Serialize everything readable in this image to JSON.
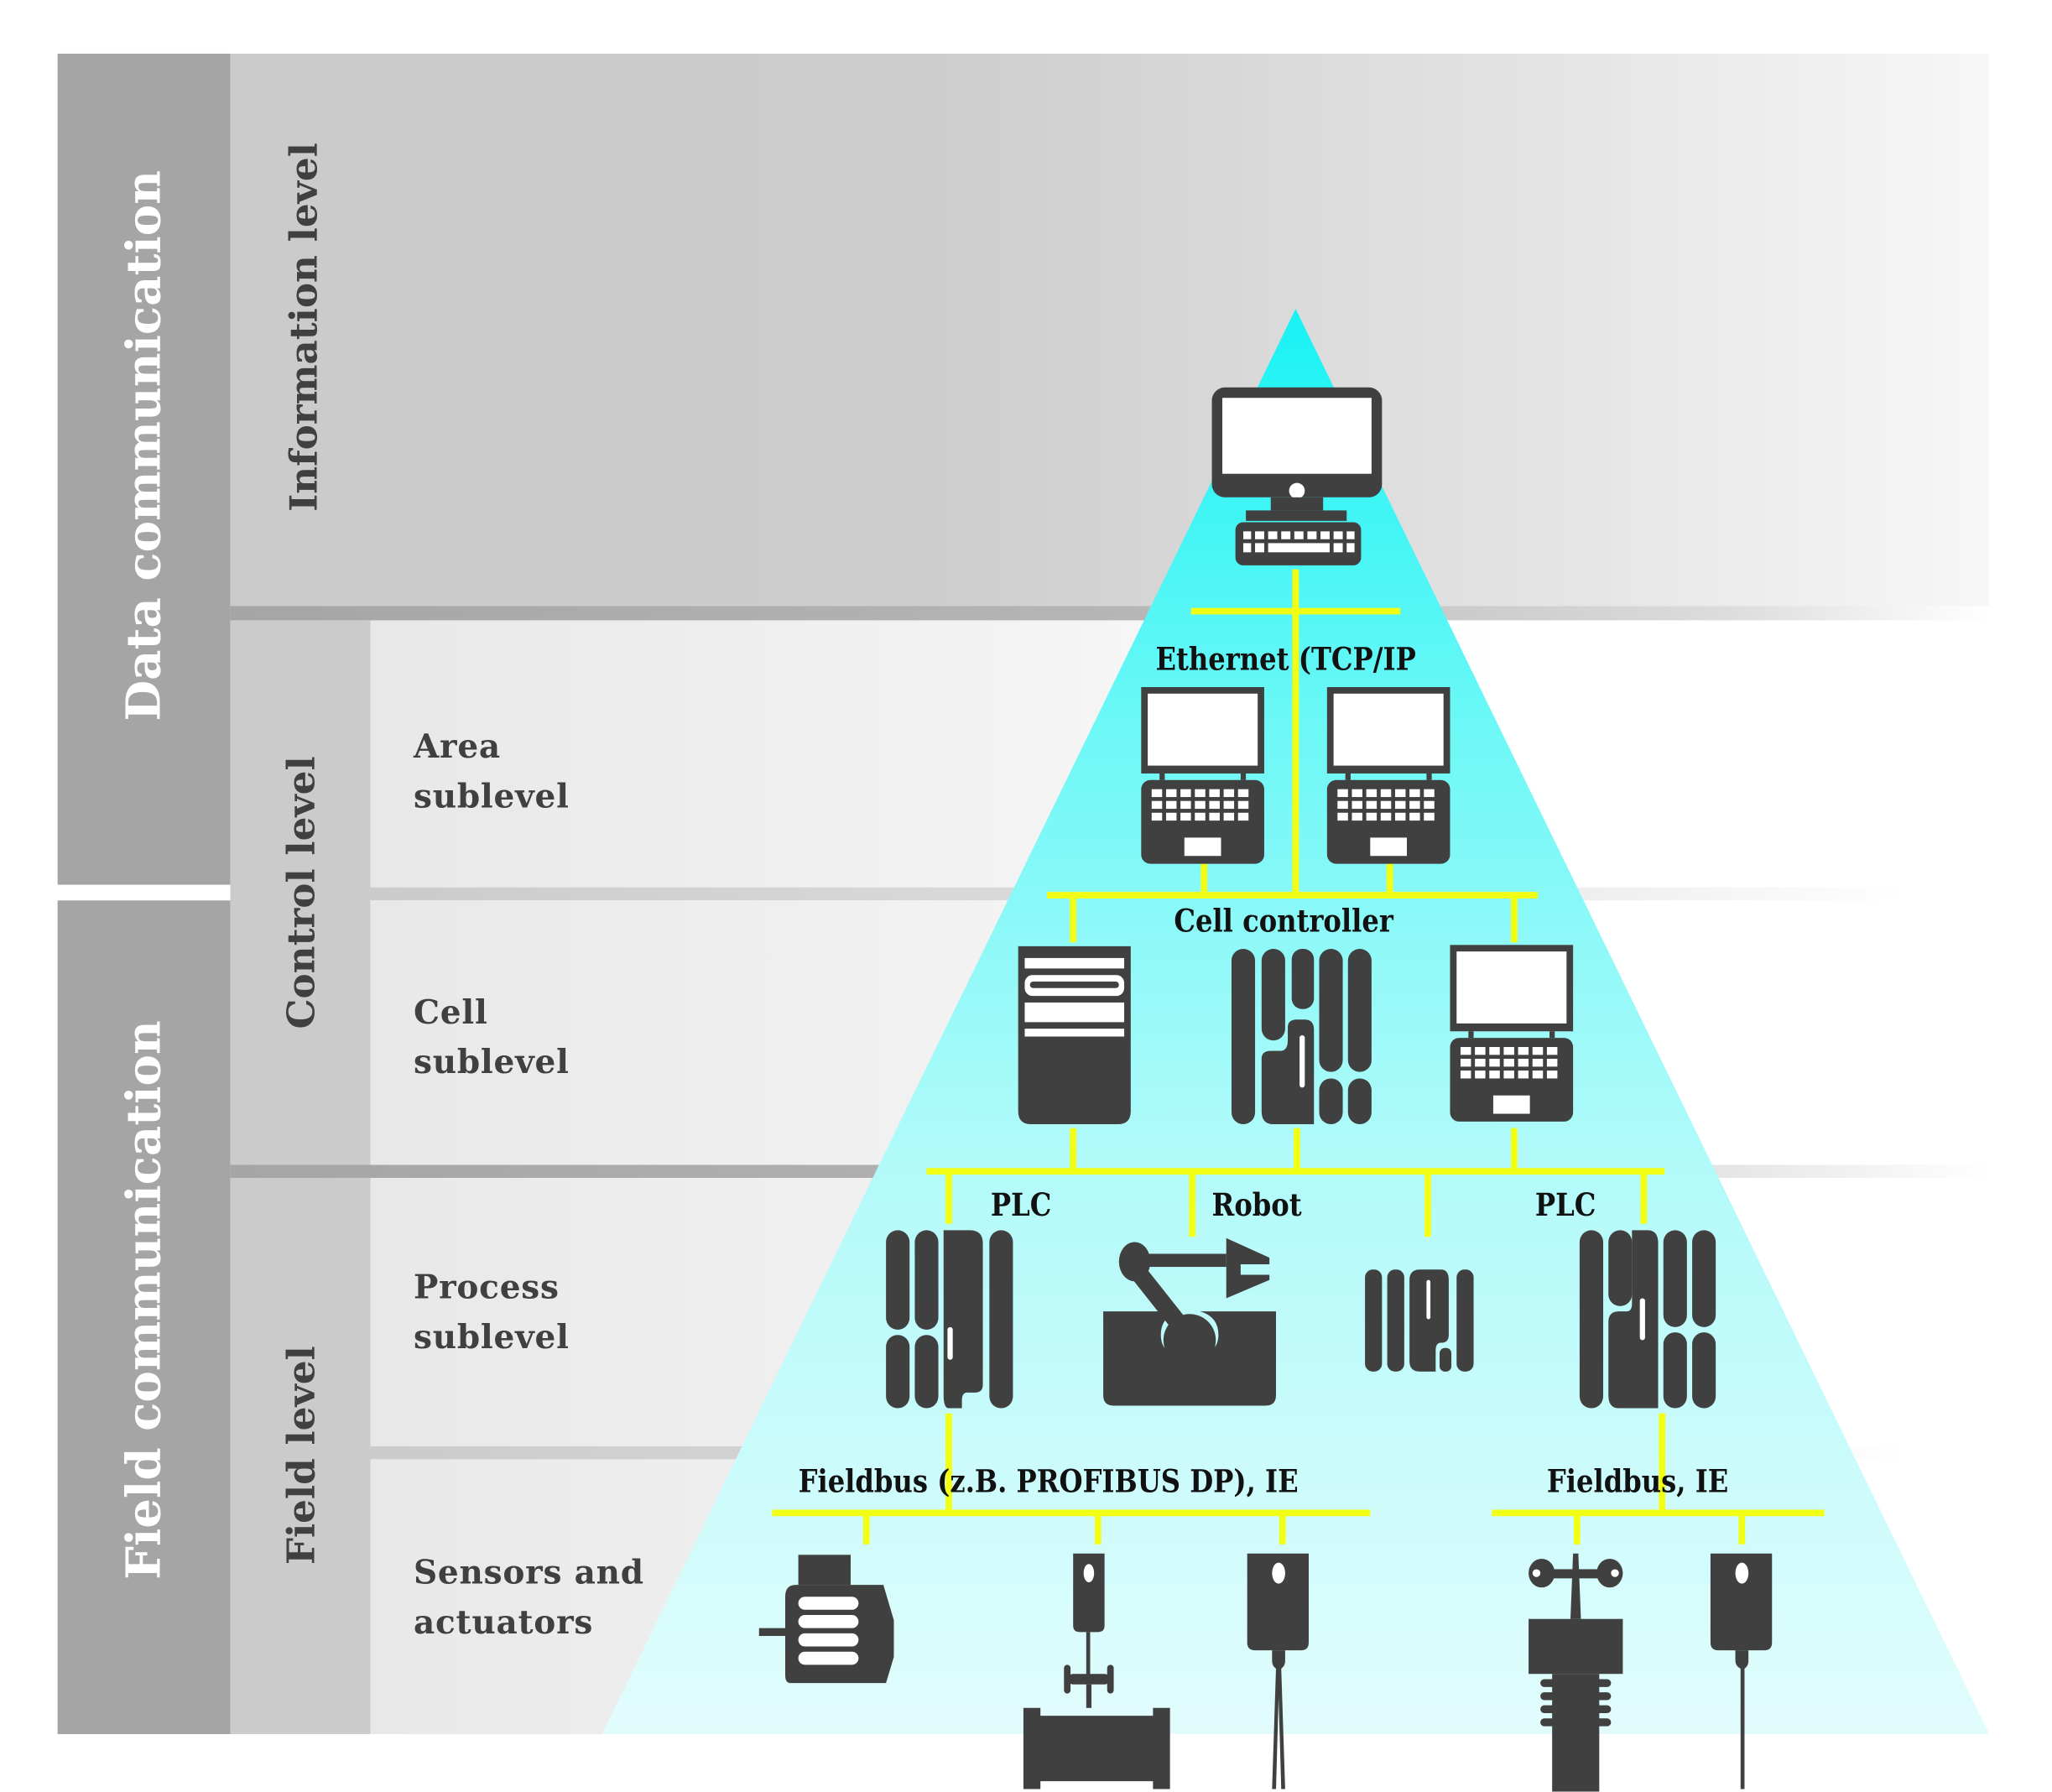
{
  "colors": {
    "outer_column": "#a5a5a5",
    "inner_column": "#cbcbcb",
    "info_band": "#cbcbcb",
    "sub_band": "#e8e8e8",
    "pyramid_top": "#18f2f4",
    "pyramid_bottom": "#e2fcfc",
    "bus_line": "#f2ff14",
    "device": "#404040",
    "label_dark": "#404040",
    "label_light": "#ffffff"
  },
  "communication": {
    "data": "Data communication",
    "field": "Field communication"
  },
  "levels": {
    "information": "Information level",
    "control": "Control level",
    "field": "Field level"
  },
  "sublevels": {
    "area": [
      "Area",
      "sublevel"
    ],
    "cell": [
      "Cell",
      "sublevel"
    ],
    "process": [
      "Process",
      "sublevel"
    ],
    "sensors": [
      "Sensors and",
      "actuators"
    ]
  },
  "networks": {
    "ethernet": "Ethernet (TCP/IP",
    "cell_controller": "Cell controller",
    "plc_left": "PLC",
    "robot": "Robot",
    "plc_right": "PLC",
    "fieldbus_profibus": "Fieldbus (z.B. PROFIBUS DP), IE",
    "fieldbus_ie": "Fieldbus, IE"
  },
  "devices": {
    "information": [
      "desktop-computer"
    ],
    "area": [
      "laptop",
      "laptop"
    ],
    "cell": [
      "server-tower",
      "plc-rack",
      "laptop"
    ],
    "process": [
      "plc-rack",
      "industrial-robot",
      "compact-io-module",
      "plc-rack"
    ],
    "sensors": [
      "electric-motor",
      "control-valve",
      "proximity-sensor",
      "flow-meter",
      "proximity-sensor"
    ]
  }
}
